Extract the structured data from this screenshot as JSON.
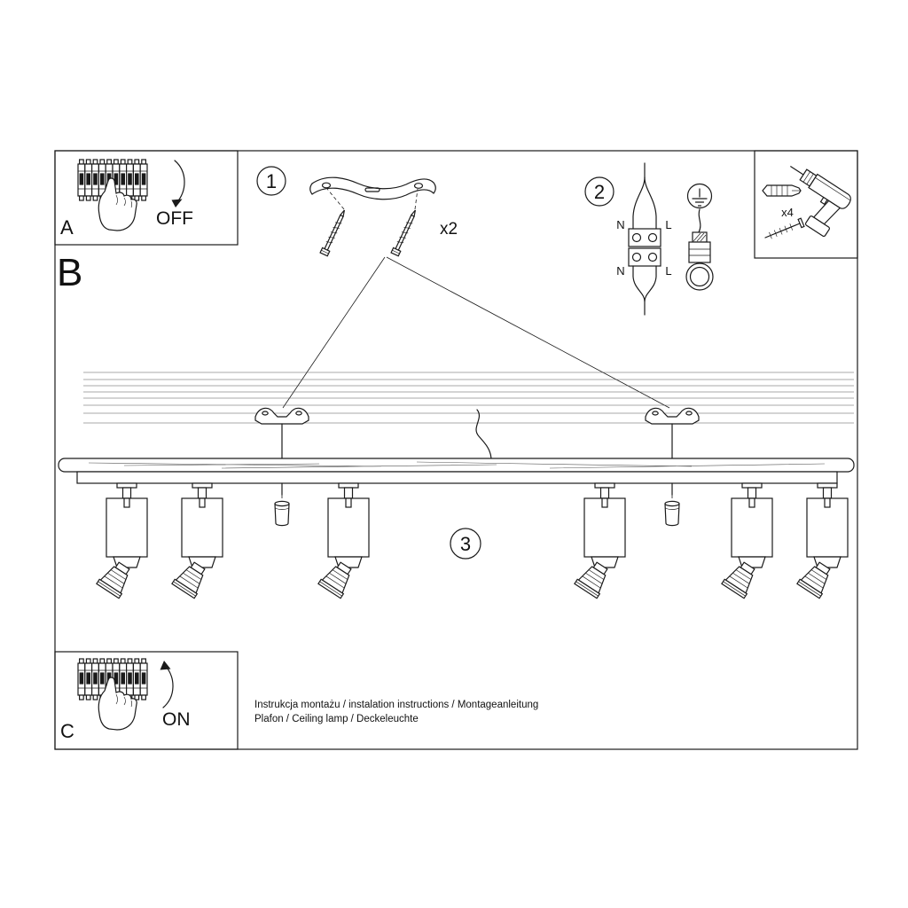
{
  "sections": {
    "a": "A",
    "b": "B",
    "c": "C"
  },
  "switch_labels": {
    "off": "OFF",
    "on": "ON"
  },
  "steps": {
    "one": "1",
    "two": "2",
    "three": "3"
  },
  "quantities": {
    "screws": "x2",
    "anchors": "x4"
  },
  "wiring": {
    "n_top": "N",
    "l_top": "L",
    "n_bottom": "N",
    "l_bottom": "L"
  },
  "footer": {
    "line1": "Instrukcja montażu / instalation instructions / Montageanleitung",
    "line2": "Plafon / Ceiling lamp / Deckeleuchte"
  }
}
